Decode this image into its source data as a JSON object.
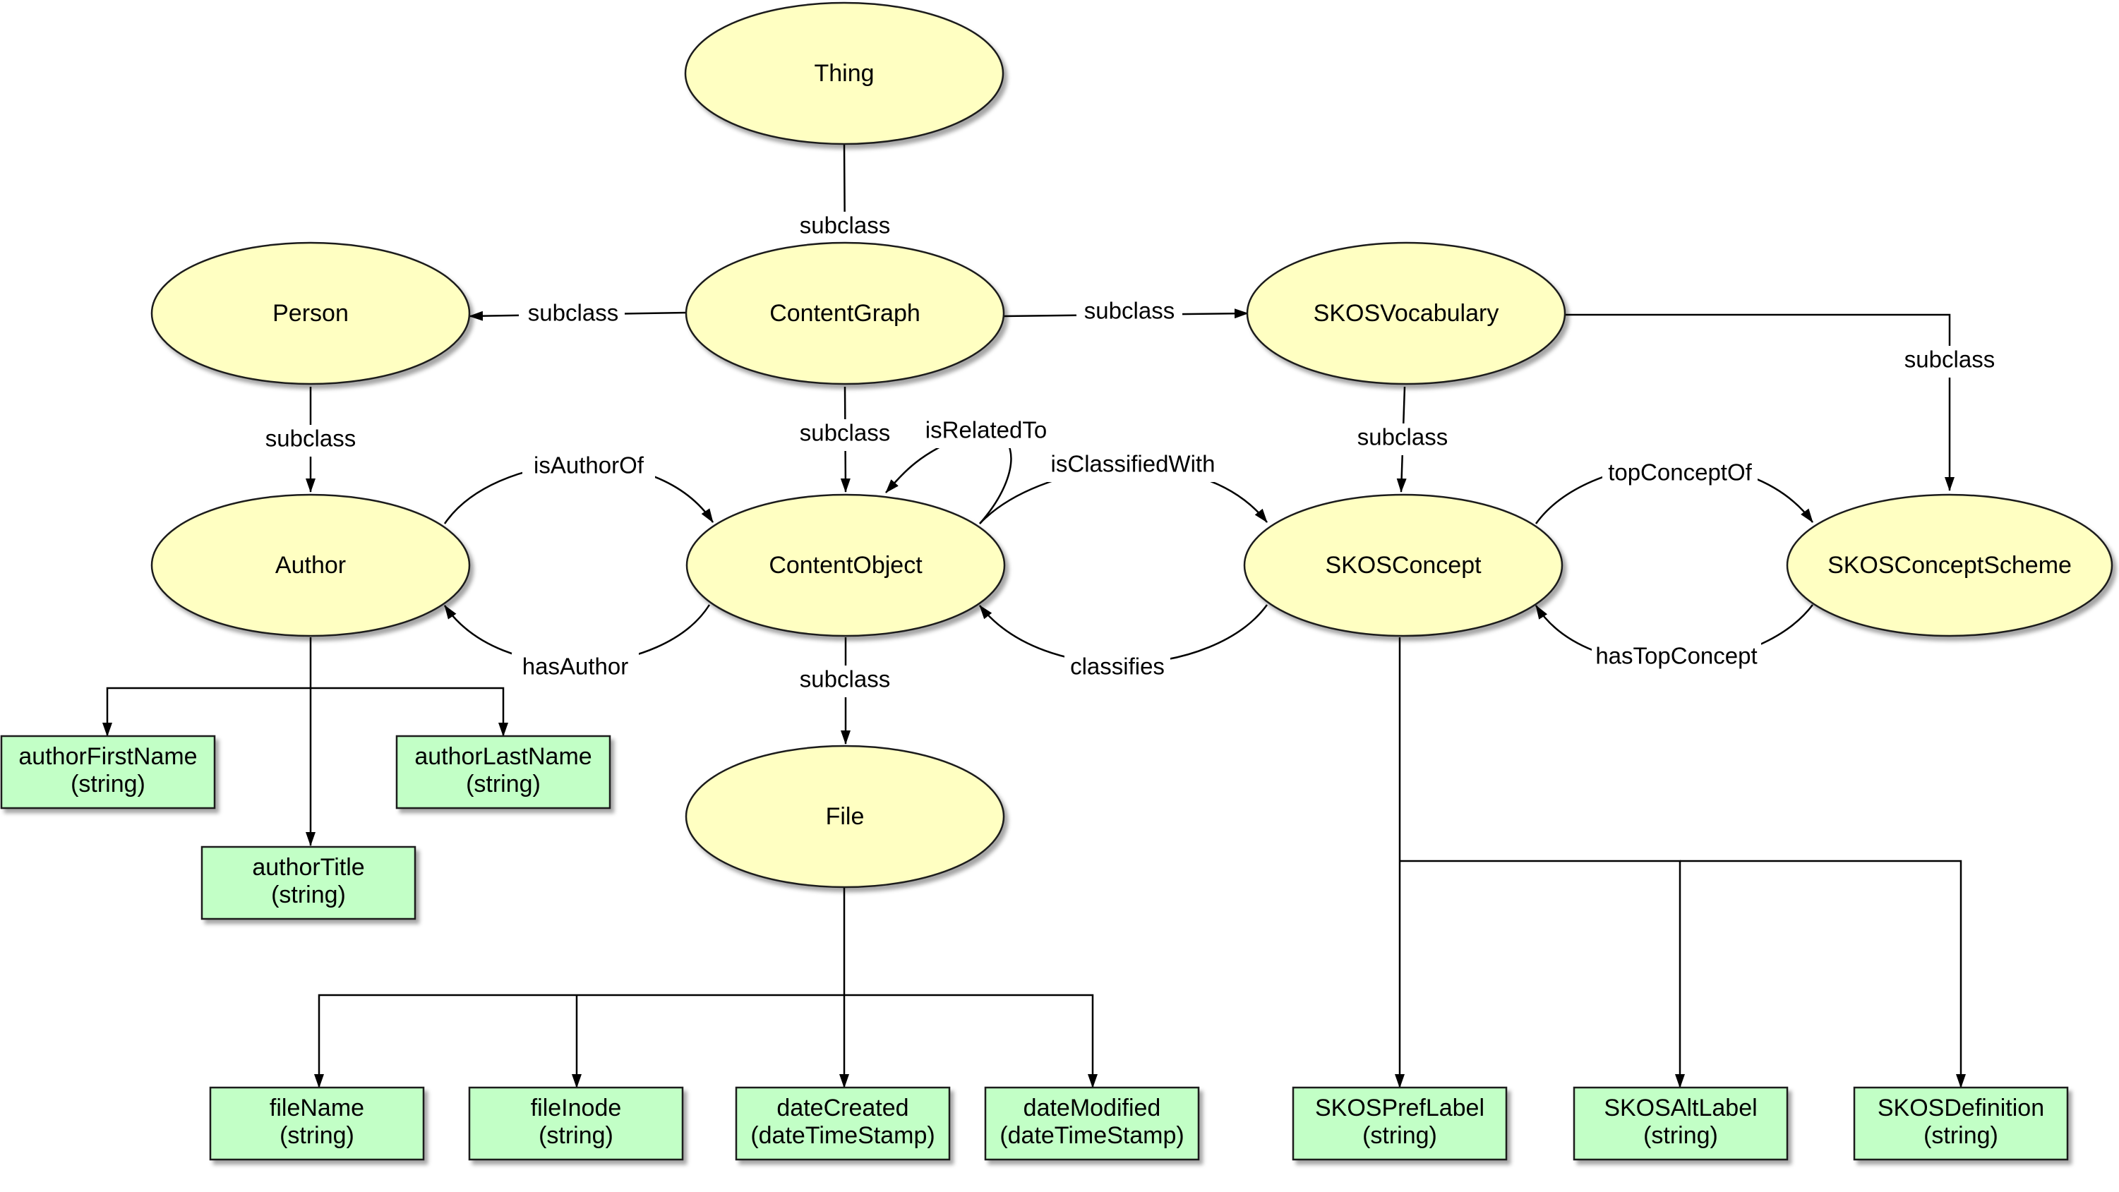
{
  "classes": {
    "thing": "Thing",
    "content_graph": "ContentGraph",
    "person": "Person",
    "skos_vocabulary": "SKOSVocabulary",
    "author": "Author",
    "content_object": "ContentObject",
    "skos_concept": "SKOSConcept",
    "skos_concept_scheme": "SKOSConceptScheme",
    "file": "File"
  },
  "properties": {
    "author_first_name": {
      "name": "authorFirstName",
      "type": "(string)"
    },
    "author_last_name": {
      "name": "authorLastName",
      "type": "(string)"
    },
    "author_title": {
      "name": "authorTitle",
      "type": "(string)"
    },
    "file_name": {
      "name": "fileName",
      "type": "(string)"
    },
    "file_inode": {
      "name": "fileInode",
      "type": "(string)"
    },
    "date_created": {
      "name": "dateCreated",
      "type": "(dateTimeStamp)"
    },
    "date_modified": {
      "name": "dateModified",
      "type": "(dateTimeStamp)"
    },
    "skos_pref_label": {
      "name": "SKOSPrefLabel",
      "type": "(string)"
    },
    "skos_alt_label": {
      "name": "SKOSAltLabel",
      "type": "(string)"
    },
    "skos_definition": {
      "name": "SKOSDefinition",
      "type": "(string)"
    }
  },
  "edges": {
    "subclass": "subclass",
    "is_author_of": "isAuthorOf",
    "has_author": "hasAuthor",
    "is_related_to": "isRelatedTo",
    "is_classified_with": "isClassifiedWith",
    "classifies": "classifies",
    "top_concept_of": "topConceptOf",
    "has_top_concept": "hasTopConcept"
  },
  "colors": {
    "class_fill": "#ffffc2",
    "property_fill": "#c2ffc6",
    "stroke": "#1a1a1a"
  }
}
